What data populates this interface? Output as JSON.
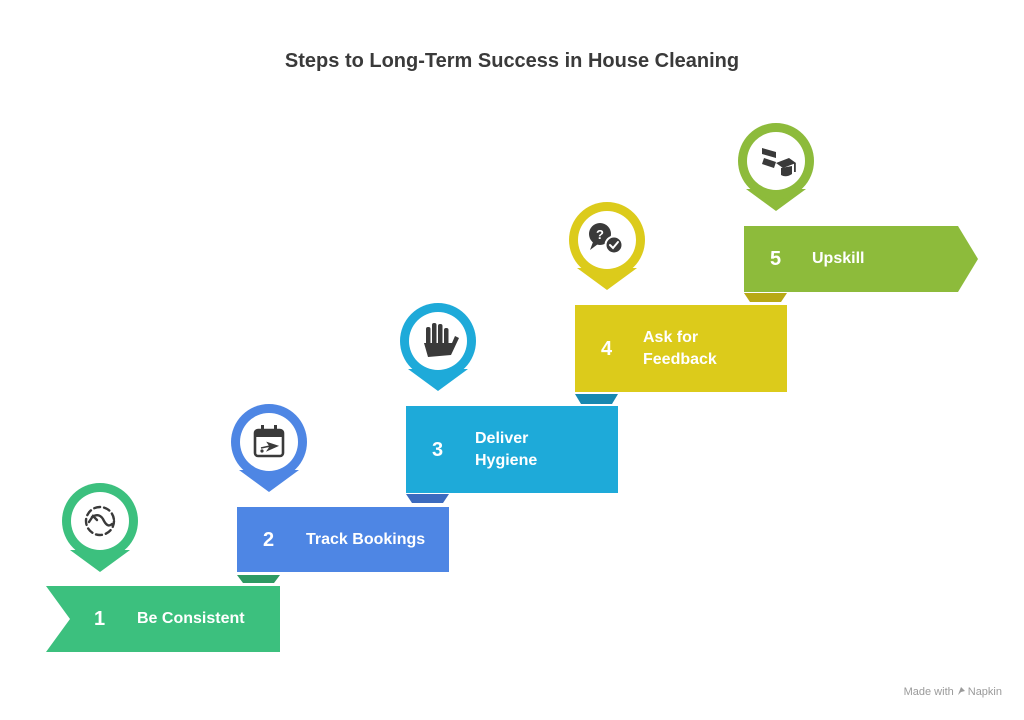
{
  "title": "Steps to Long-Term Success in House Cleaning",
  "watermark": {
    "prefix": "Made with",
    "brand": "Napkin"
  },
  "steps": [
    {
      "number": "1",
      "label": "Be Consistent",
      "color": "#3cc07e",
      "fold": "#2e9a63",
      "icon": "schedule-cycle-icon"
    },
    {
      "number": "2",
      "label": "Track Bookings",
      "color": "#4e86e4",
      "fold": "#3c6bbf",
      "icon": "calendar-icon"
    },
    {
      "number": "3",
      "label": "Deliver Hygiene",
      "color": "#1eaad9",
      "fold": "#1788b0",
      "icon": "glove-hand-icon"
    },
    {
      "number": "4",
      "label": "Ask for Feedback",
      "color": "#dccb1b",
      "fold": "#b8a915",
      "icon": "feedback-chat-icon"
    },
    {
      "number": "5",
      "label": "Upskill",
      "color": "#8dbb3b",
      "fold": "#74a02e",
      "icon": "graduation-cap-icon"
    }
  ]
}
